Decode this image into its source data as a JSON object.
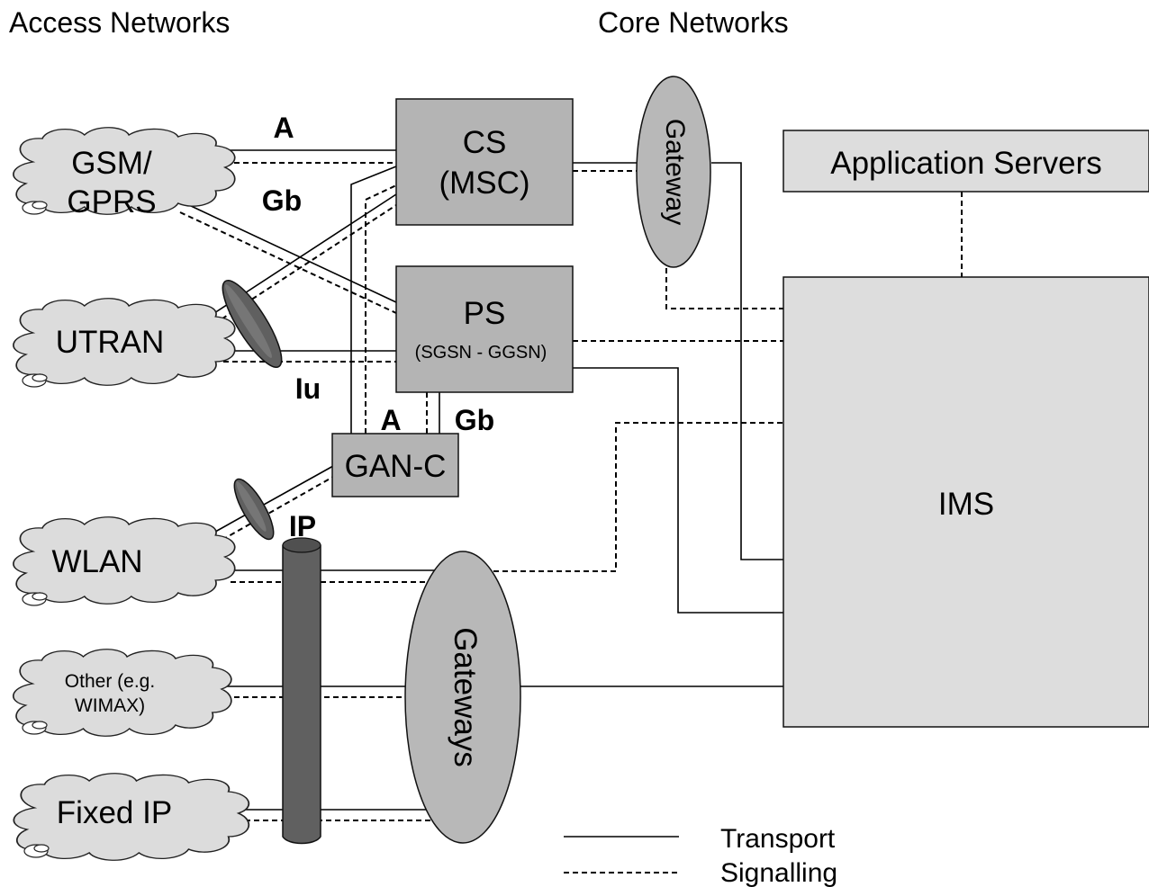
{
  "headers": {
    "access": "Access Networks",
    "core": "Core Networks"
  },
  "access_networks": [
    {
      "id": "gsm",
      "line1": "GSM/",
      "line2": "GPRS"
    },
    {
      "id": "utran",
      "line1": "UTRAN"
    },
    {
      "id": "wlan",
      "line1": "WLAN"
    },
    {
      "id": "other",
      "line1": "Other (e.g.",
      "line2": "WIMAX)"
    },
    {
      "id": "fixed",
      "line1": "Fixed IP"
    }
  ],
  "core_nodes": {
    "cs": {
      "line1": "CS",
      "line2": "(MSC)"
    },
    "ps": {
      "line1": "PS",
      "line2": "(SGSN - GGSN)"
    },
    "ganc": {
      "label": "GAN-C"
    },
    "gateway": {
      "label": "Gateway"
    },
    "gateways": {
      "label": "Gateways"
    },
    "app_servers": {
      "label": "Application Servers"
    },
    "ims": {
      "label": "IMS"
    }
  },
  "interfaces": {
    "a_top": "A",
    "gb_top": "Gb",
    "iu": "Iu",
    "a_ganc": "A",
    "gb_ganc": "Gb",
    "ip": "IP"
  },
  "legend": {
    "transport": "Transport",
    "signalling": "Signalling"
  },
  "colors": {
    "cloud_fill": "#dcdcdc",
    "box_dark": "#b4b4b4",
    "box_light": "#dddddd",
    "tunnel": "#606060",
    "gateway_fill": "#b8b8b8"
  }
}
